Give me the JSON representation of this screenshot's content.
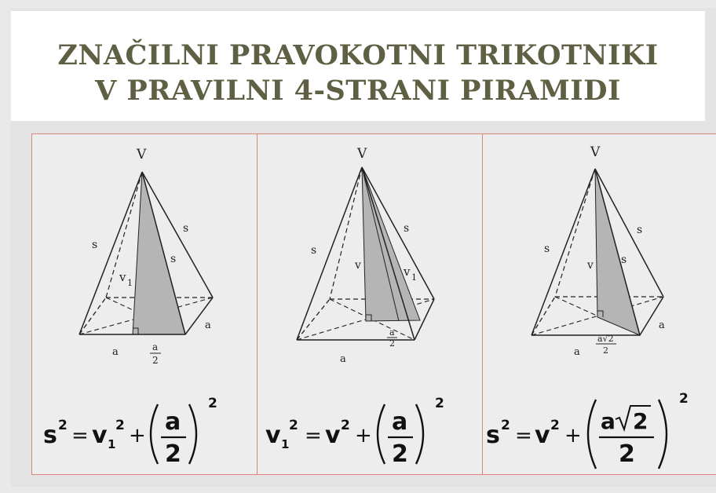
{
  "title": {
    "line1": "ZNAČILNI PRAVOKOTNI TRIKOTNIKI",
    "line2": "V PRAVILNI 4-STRANI PIRAMIDI"
  },
  "panels": [
    {
      "vertex": "V",
      "labels": {
        "s_left": "s",
        "s_right": "s",
        "s_inner": "s",
        "v1": "v",
        "v1_sub": "1",
        "a_front": "a",
        "a_side": "a",
        "half_num": "a",
        "half_den": "2"
      },
      "formula": {
        "lhs": "s",
        "exp": "2",
        "eq": "=",
        "term1": "v",
        "term1_sub": "1",
        "term1_exp": "2",
        "plus": "+",
        "frac_num": "a",
        "frac_den": "2",
        "outer_exp": "2"
      }
    },
    {
      "vertex": "V",
      "labels": {
        "s_left": "s",
        "s_right": "s",
        "v": "v",
        "v1": "v",
        "v1_sub": "1",
        "a_front": "a",
        "half_num": "a",
        "half_den": "2"
      },
      "formula": {
        "lhs": "v",
        "lhs_sub": "1",
        "exp": "2",
        "eq": "=",
        "term1": "v",
        "term1_exp": "2",
        "plus": "+",
        "frac_num": "a",
        "frac_den": "2",
        "outer_exp": "2"
      }
    },
    {
      "vertex": "V",
      "labels": {
        "s_left": "s",
        "s_right": "s",
        "s_inner": "s",
        "v": "v",
        "a_front": "a",
        "a_side": "a",
        "half_num": "a√2",
        "half_den": "2"
      },
      "formula": {
        "lhs": "s",
        "exp": "2",
        "eq": "=",
        "term1": "v",
        "term1_exp": "2",
        "plus": "+",
        "frac_num_a": "a",
        "frac_num_root": "2",
        "frac_den": "2",
        "outer_exp": "2"
      }
    }
  ]
}
